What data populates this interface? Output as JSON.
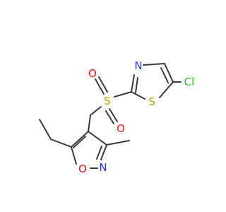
{
  "molecule": {
    "atoms": {
      "O_sulfonyl_top": {
        "label": "O",
        "color": "#ff0d0d"
      },
      "S_sulfonyl": {
        "label": "S",
        "color": "#b8a800"
      },
      "O_sulfonyl_bottom": {
        "label": "O",
        "color": "#ff0d0d"
      },
      "N_thiazole": {
        "label": "N",
        "color": "#2233ff"
      },
      "S_thiazole": {
        "label": "S",
        "color": "#b8a800"
      },
      "Cl": {
        "label": "Cl",
        "color": "#1fbf1f"
      },
      "O_isoxazole": {
        "label": "O",
        "color": "#ff0d0d"
      },
      "N_isoxazole": {
        "label": "N",
        "color": "#2233ff"
      }
    }
  },
  "colors": {
    "bond": "#3a3a3a",
    "background": "#ffffff"
  }
}
